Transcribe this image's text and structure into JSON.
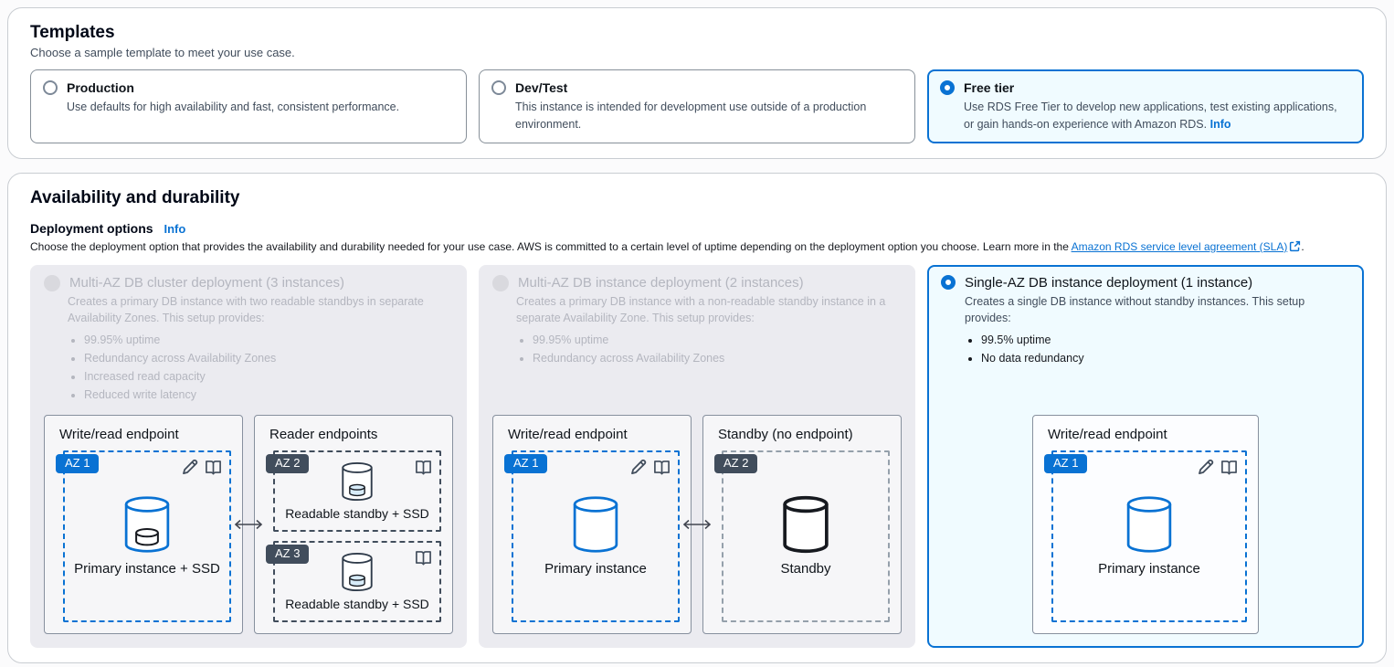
{
  "colors": {
    "accent": "#0972d3",
    "selected_card_bg": "#f0fbff",
    "disabled_card_bg": "#ebebf0",
    "badge_blue": "#0972d3",
    "badge_dark": "#414d5c",
    "link": "#0972d3"
  },
  "templates": {
    "title": "Templates",
    "subtitle": "Choose a sample template to meet your use case.",
    "options": [
      {
        "label": "Production",
        "description": "Use defaults for high availability and fast, consistent performance.",
        "selected": false
      },
      {
        "label": "Dev/Test",
        "description": "This instance is intended for development use outside of a production environment.",
        "selected": false
      },
      {
        "label": "Free tier",
        "description": "Use RDS Free Tier to develop new applications, test existing applications, or gain hands-on experience with Amazon RDS. ",
        "info": "Info",
        "selected": true
      }
    ]
  },
  "availability": {
    "title": "Availability and durability",
    "field_label": "Deployment options",
    "info": "Info",
    "description": "Choose the deployment option that provides the availability and durability needed for your use case. AWS is committed to a certain level of uptime depending on the deployment option you choose. Learn more in the ",
    "sla_link": "Amazon RDS service level agreement (SLA)",
    "description_suffix": ".",
    "options": [
      {
        "title": "Multi-AZ DB cluster deployment (3 instances)",
        "description": "Creates a primary DB instance with two readable standbys in separate Availability Zones. This setup provides:",
        "bullets": [
          "99.95% uptime",
          "Redundancy across Availability Zones",
          "Increased read capacity",
          "Reduced write latency"
        ],
        "state": "disabled",
        "diagram": {
          "arrow": true,
          "boxes": [
            {
              "title": "Write/read endpoint",
              "zones": [
                {
                  "az": "AZ 1",
                  "style": "blue",
                  "badge": "blue",
                  "icons": [
                    "pencil",
                    "book"
                  ],
                  "db": "primary-ssd",
                  "label": "Primary instance + SSD"
                }
              ]
            },
            {
              "title": "Reader endpoints",
              "zones": [
                {
                  "az": "AZ 2",
                  "style": "dark",
                  "badge": "dark",
                  "icons": [
                    "book"
                  ],
                  "db": "standby-ssd",
                  "label": "Readable standby + SSD"
                },
                {
                  "az": "AZ 3",
                  "style": "dark",
                  "badge": "dark",
                  "icons": [
                    "book"
                  ],
                  "db": "standby-ssd",
                  "label": "Readable standby + SSD"
                }
              ]
            }
          ]
        }
      },
      {
        "title": "Multi-AZ DB instance deployment (2 instances)",
        "description": "Creates a primary DB instance with a non-readable standby instance in a separate Availability Zone. This setup provides:",
        "bullets": [
          "99.95% uptime",
          "Redundancy across Availability Zones"
        ],
        "state": "disabled",
        "diagram": {
          "arrow": true,
          "boxes": [
            {
              "title": "Write/read endpoint",
              "zones": [
                {
                  "az": "AZ 1",
                  "style": "blue",
                  "badge": "blue",
                  "icons": [
                    "pencil",
                    "book"
                  ],
                  "db": "primary",
                  "label": "Primary instance"
                }
              ]
            },
            {
              "title": "Standby (no endpoint)",
              "zones": [
                {
                  "az": "AZ 2",
                  "style": "gray",
                  "badge": "dark",
                  "icons": [],
                  "db": "standby",
                  "label": "Standby"
                }
              ]
            }
          ]
        }
      },
      {
        "title": "Single-AZ DB instance deployment (1 instance)",
        "description": "Creates a single DB instance without standby instances. This setup provides:",
        "bullets": [
          "99.5% uptime",
          "No data redundancy"
        ],
        "state": "selected",
        "diagram": {
          "arrow": false,
          "boxes": [
            {
              "title": "Write/read endpoint",
              "zones": [
                {
                  "az": "AZ 1",
                  "style": "blue",
                  "badge": "blue",
                  "icons": [
                    "pencil",
                    "book"
                  ],
                  "db": "primary",
                  "label": "Primary instance"
                }
              ]
            }
          ]
        }
      }
    ]
  }
}
